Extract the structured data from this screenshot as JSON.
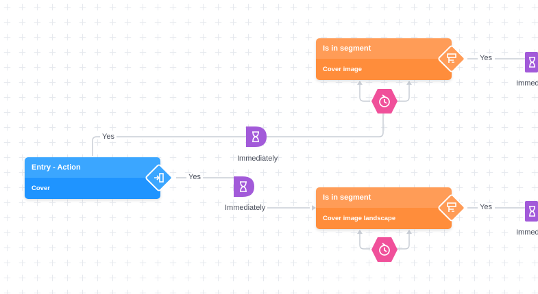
{
  "nodes": {
    "entry": {
      "title": "Entry - Action",
      "subtitle": "Cover"
    },
    "segment_top": {
      "title": "Is in segment",
      "subtitle": "Cover image"
    },
    "segment_bottom": {
      "title": "Is in segment",
      "subtitle": "Cover image landscape"
    }
  },
  "labels": {
    "yes_entry_top": "Yes",
    "yes_entry_right": "Yes",
    "yes_seg_top": "Yes",
    "yes_seg_bottom": "Yes",
    "immediately_mid": "Immediately",
    "immediately_low": "Immediately",
    "immed_right_top": "Immed",
    "immed_right_bottom": "Immed"
  },
  "colors": {
    "orange": "#ff9c57",
    "blue": "#3ba6ff",
    "purple": "#a25ad9",
    "pink": "#f0509a",
    "wire": "#c9ced6"
  },
  "icons": {
    "entry_diamond": "exit-door-icon",
    "segment_diamond": "segment-filter-icon",
    "wait": "hourglass-icon",
    "loop": "cycle-timer-icon"
  }
}
